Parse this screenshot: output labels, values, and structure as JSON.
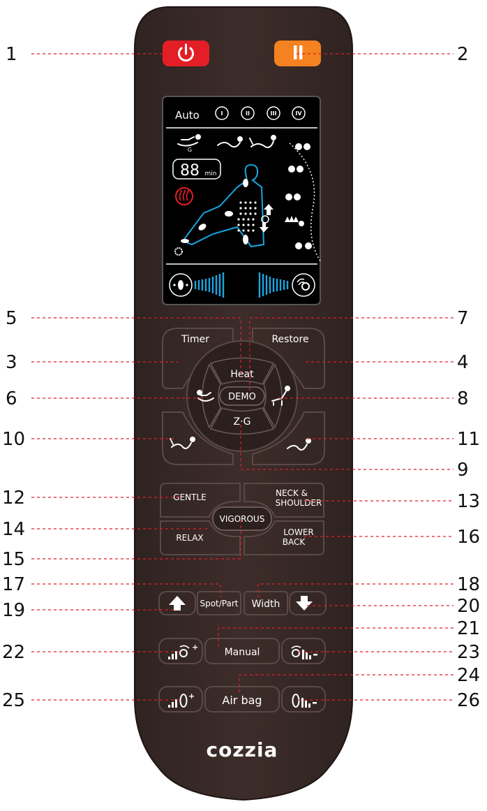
{
  "callouts": [
    {
      "number": "1",
      "target": "power-button"
    },
    {
      "number": "2",
      "target": "pause-button"
    },
    {
      "number": "3",
      "target": "timer-button"
    },
    {
      "number": "4",
      "target": "restore-button"
    },
    {
      "number": "5",
      "target": "heat-button"
    },
    {
      "number": "6",
      "target": "recline-back-button"
    },
    {
      "number": "7",
      "target": "demo-button"
    },
    {
      "number": "8",
      "target": "recline-forward-button"
    },
    {
      "number": "9",
      "target": "zero-gravity-button"
    },
    {
      "number": "10",
      "target": "leg-rest-up-button"
    },
    {
      "number": "11",
      "target": "leg-rest-down-button"
    },
    {
      "number": "12",
      "target": "gentle-button"
    },
    {
      "number": "13",
      "target": "neck-shoulder-button"
    },
    {
      "number": "14",
      "target": "relax-button"
    },
    {
      "number": "15",
      "target": "vigorous-button"
    },
    {
      "number": "16",
      "target": "lower-back-button"
    },
    {
      "number": "17",
      "target": "spot-part-button"
    },
    {
      "number": "18",
      "target": "width-button"
    },
    {
      "number": "19",
      "target": "up-arrow-button"
    },
    {
      "number": "20",
      "target": "down-arrow-button"
    },
    {
      "number": "21",
      "target": "manual-button"
    },
    {
      "number": "22",
      "target": "intensity-up-button"
    },
    {
      "number": "23",
      "target": "intensity-down-button"
    },
    {
      "number": "24",
      "target": "airbag-button"
    },
    {
      "number": "25",
      "target": "airbag-up-button"
    },
    {
      "number": "26",
      "target": "airbag-down-button"
    }
  ],
  "screen": {
    "auto_label": "Auto",
    "levels": [
      "I",
      "II",
      "III",
      "IV"
    ],
    "g_label": "G",
    "timer_digits": "88",
    "timer_unit": "min"
  },
  "buttons": {
    "timer": "Timer",
    "restore": "Restore",
    "heat": "Heat",
    "demo": "DEMO",
    "zg": "Z·G",
    "gentle": "GENTLE",
    "neck_line1": "NECK &",
    "neck_line2": "SHOULDER",
    "vigorous": "VIGOROUS",
    "relax": "RELAX",
    "lower_line1": "LOWER",
    "lower_line2": "BACK",
    "spot": "Spot/Part",
    "width": "Width",
    "manual": "Manual",
    "airbag": "Air bag"
  },
  "brand": "cozzia",
  "colors": {
    "body": "#3a2a27",
    "power": "#e41e26",
    "pause": "#f58220",
    "screen_accent": "#1aa6e0",
    "screen_red": "#e41e26",
    "callout_line": "#e41e26"
  }
}
